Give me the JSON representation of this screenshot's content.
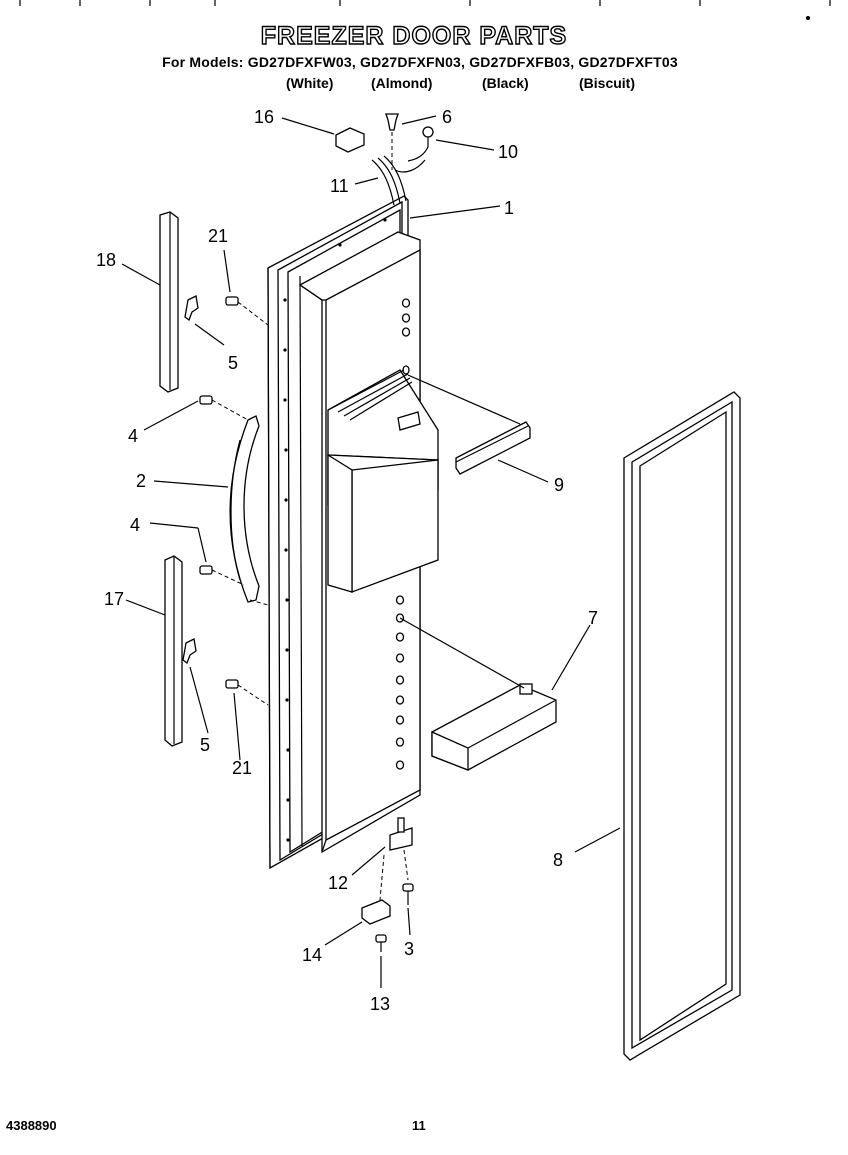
{
  "header": {
    "title": "FREEZER DOOR PARTS",
    "models_line": "For Models: GD27DFXFW03, GD27DFXFN03, GD27DFXFB03, GD27DFXFT03",
    "colors": [
      "(White)",
      "(Almond)",
      "(Black)",
      "(Biscuit)"
    ]
  },
  "callouts": [
    "16",
    "6",
    "10",
    "11",
    "1",
    "21",
    "18",
    "5",
    "4",
    "2",
    "9",
    "4",
    "17",
    "7",
    "5",
    "21",
    "8",
    "12",
    "3",
    "14",
    "13"
  ],
  "footer": {
    "doc_number": "4388890",
    "page_number": "11"
  }
}
